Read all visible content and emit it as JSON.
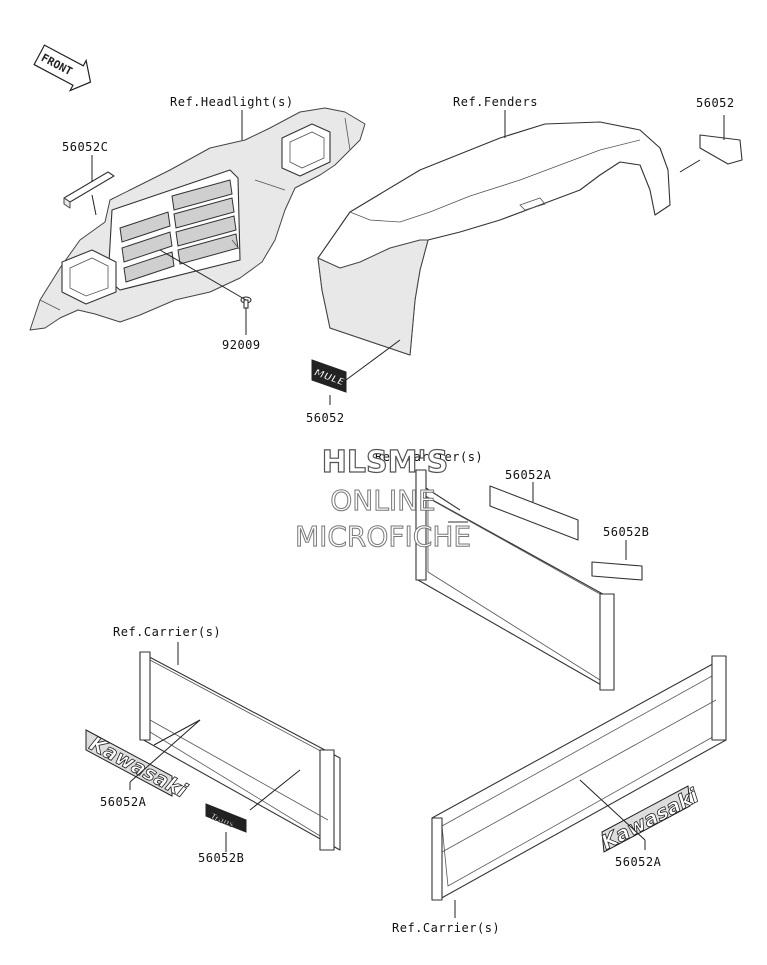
{
  "front_marker": "FRONT",
  "labels": {
    "ref_headlights": "Ref.Headlight(s)",
    "ref_fenders": "Ref.Fenders",
    "part_56052_top": "56052",
    "part_56052c": "56052C",
    "part_92009": "92009",
    "part_56052_mid": "56052",
    "ref_carrier_mid": "Ref.Carrier(s)",
    "part_56052a_mid": "56052A",
    "part_56052b_mid": "56052B",
    "ref_carrier_left": "Ref.Carrier(s)",
    "part_56052a_left": "56052A",
    "part_56052b_left": "56052B",
    "part_56052a_right": "56052A",
    "ref_carrier_bottom": "Ref.Carrier(s)"
  },
  "decals": {
    "kawasaki_left": "Kawasaki",
    "kawasaki_right": "Kawasaki",
    "mule_small": "MULE",
    "tailgate_small": "Trans"
  },
  "watermark": {
    "line1": "HLSM'S",
    "line2": "ONLINE",
    "line3": "MICROFICHE"
  }
}
